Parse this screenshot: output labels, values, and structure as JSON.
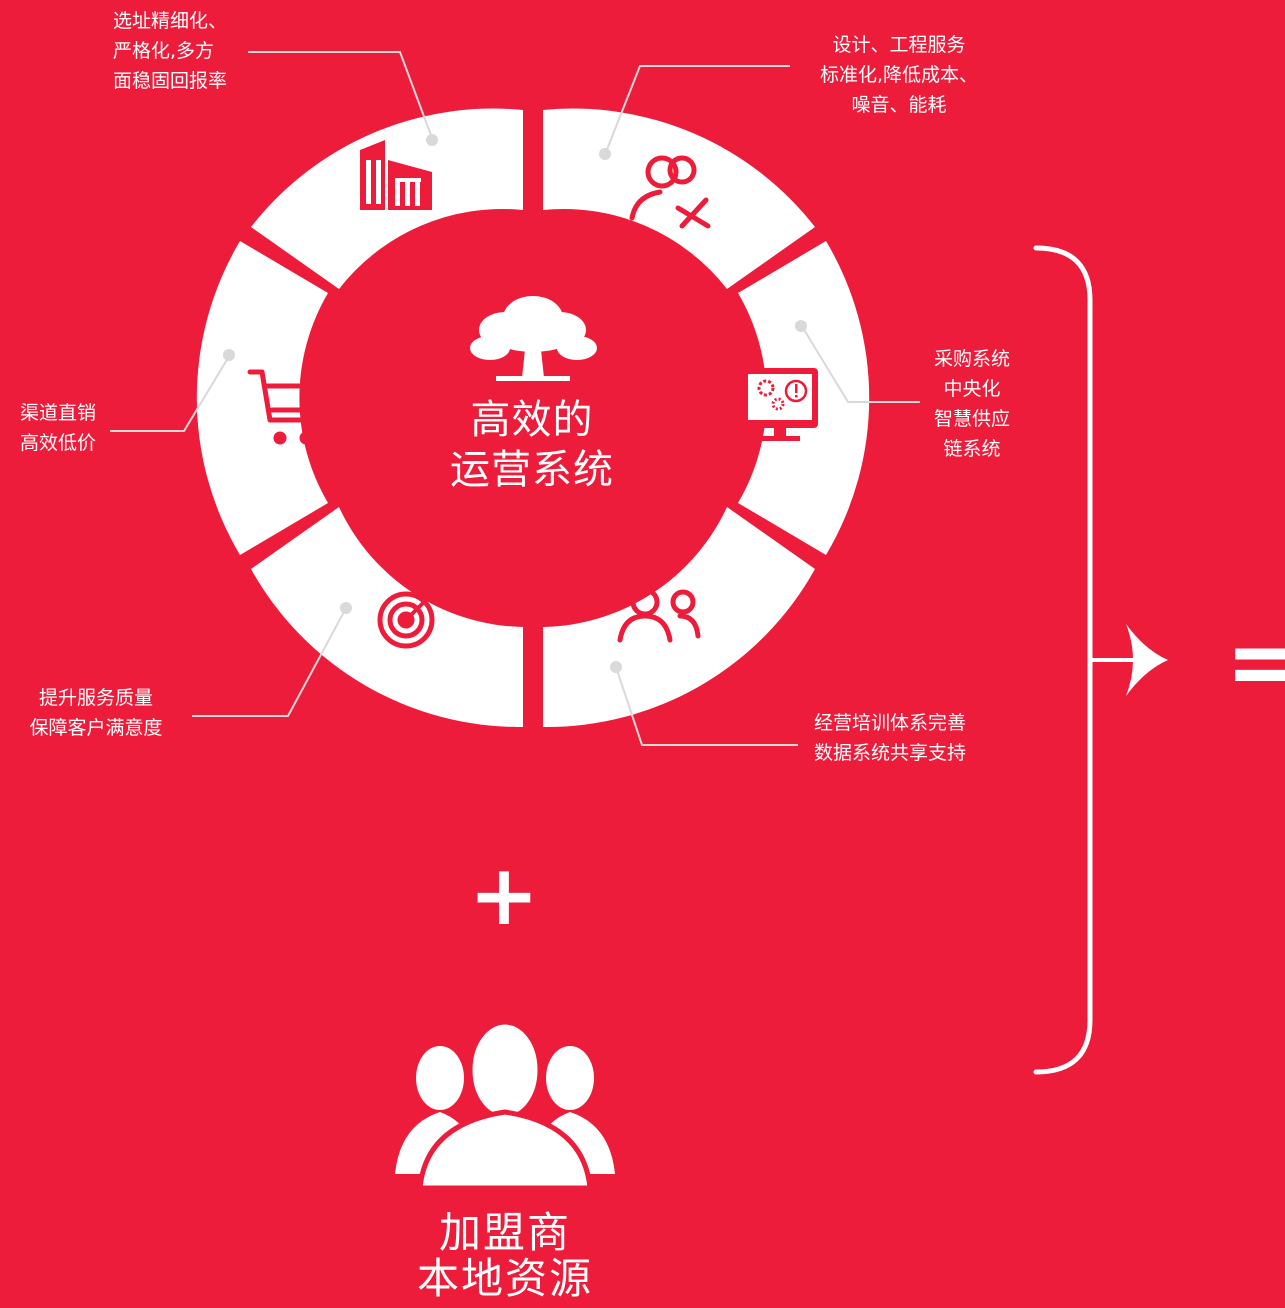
{
  "colors": {
    "background": "#ED1C3A",
    "foreground": "#FFFFFF",
    "connector": "#D9D9D9"
  },
  "center": {
    "line1": "高效的",
    "line2": "运营系统",
    "icon": "tree-icon"
  },
  "segments": [
    {
      "id": "site-selection",
      "icon": "building-icon",
      "lines": [
        "选址精细化、",
        "严格化,多方",
        "面稳固回报率"
      ]
    },
    {
      "id": "design-engineering",
      "icon": "users-tools-icon",
      "lines": [
        "设计、工程服务",
        "标准化,降低成本、",
        "噪音、能耗"
      ]
    },
    {
      "id": "procurement",
      "icon": "monitor-gears-icon",
      "lines": [
        "采购系统",
        "中央化",
        "智慧供应",
        "链系统"
      ]
    },
    {
      "id": "training",
      "icon": "two-users-icon",
      "lines": [
        "经营培训体系完善",
        "数据系统共享支持"
      ]
    },
    {
      "id": "service-quality",
      "icon": "target-icon",
      "lines": [
        "提升服务质量",
        "保障客户满意度"
      ]
    },
    {
      "id": "channel",
      "icon": "shopping-cart-icon",
      "lines": [
        "渠道直销",
        "高效低价"
      ]
    }
  ],
  "plus_symbol": "+",
  "equals_symbol": "=",
  "franchisee": {
    "icon": "group-users-icon",
    "line1": "加盟商",
    "line2": "本地资源"
  }
}
